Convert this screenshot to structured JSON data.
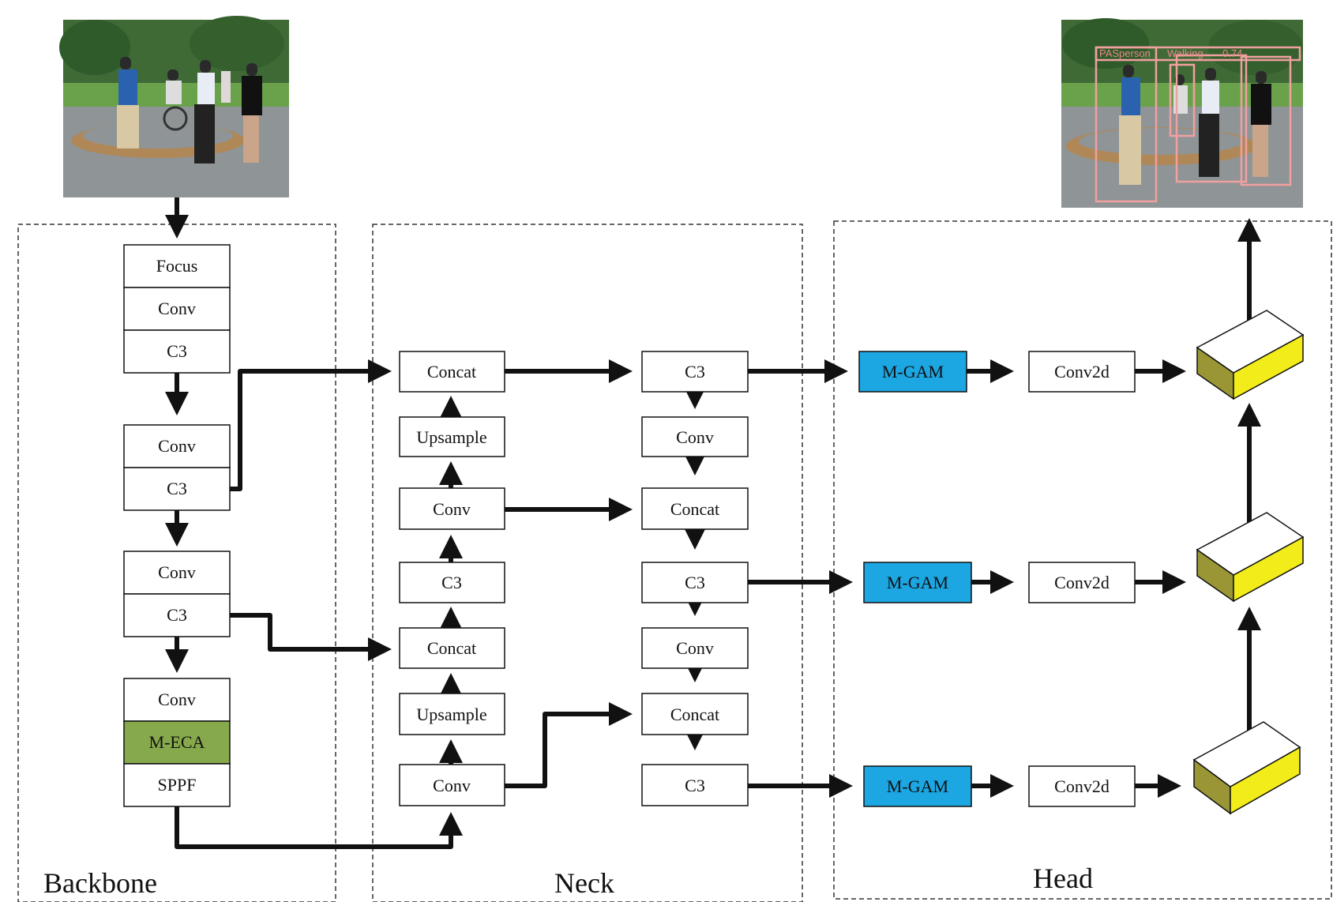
{
  "colors": {
    "m_eca": "#86a94c",
    "m_gam": "#1ca6e2",
    "head_face": "#f2ec1a",
    "head_side": "#9a9636",
    "detection_box": "#f1a0a0",
    "line": "#111111"
  },
  "images": {
    "input": "photo-pedestrians-walking",
    "output": "photo-pedestrians-with-detection-boxes",
    "output_labels": [
      "PASperson",
      "Walking",
      "0.74"
    ]
  },
  "sections": {
    "backbone": "Backbone",
    "neck": "Neck",
    "head": "Head"
  },
  "backbone": {
    "focus": "Focus",
    "conv1": "Conv",
    "c3_1": "C3",
    "conv2": "Conv",
    "c3_2": "C3",
    "conv3": "Conv",
    "c3_3": "C3",
    "conv4": "Conv",
    "meca": "M-ECA",
    "sppf": "SPPF"
  },
  "neck": {
    "concat_a": "Concat",
    "upsample_a": "Upsample",
    "conv_a": "Conv",
    "c3_a": "C3",
    "concat_b": "Concat",
    "upsample_b": "Upsample",
    "conv_b": "Conv",
    "c3_p1": "C3",
    "conv_p1": "Conv",
    "concat_p1": "Concat",
    "c3_p2": "C3",
    "conv_p2": "Conv",
    "concat_p2": "Concat",
    "c3_p3": "C3"
  },
  "head": {
    "mgam_1": "M-GAM",
    "conv2d_1": "Conv2d",
    "mgam_2": "M-GAM",
    "conv2d_2": "Conv2d",
    "mgam_3": "M-GAM",
    "conv2d_3": "Conv2d"
  }
}
